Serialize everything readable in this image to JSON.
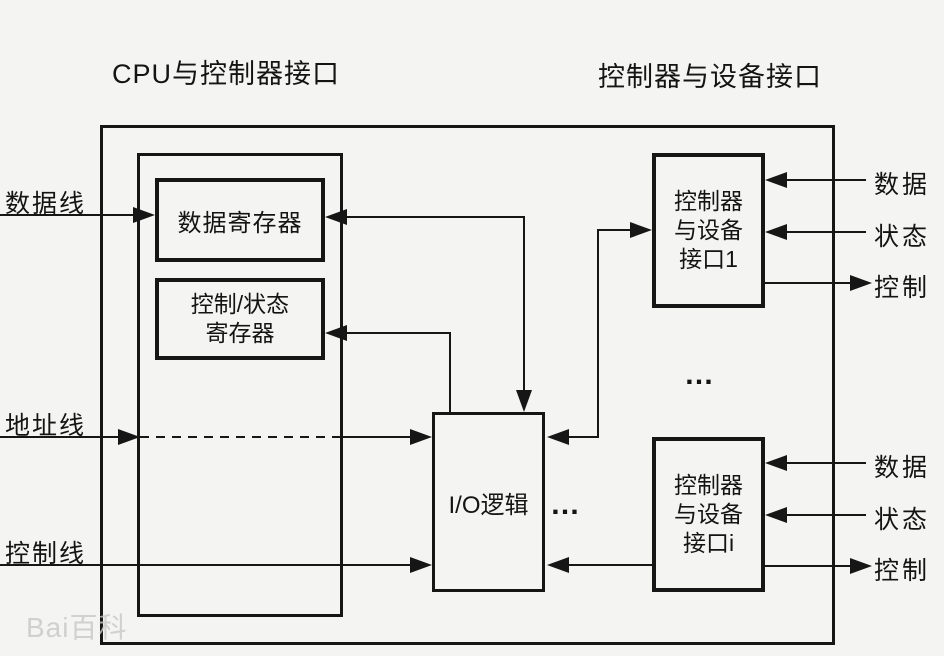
{
  "titles": {
    "left": "CPU与控制器接口",
    "right": "控制器与设备接口"
  },
  "bus_labels": {
    "data": "数据线",
    "address": "地址线",
    "control": "控制线"
  },
  "blocks": {
    "data_register": "数据寄存器",
    "control_status_register": "控制/状态\n寄存器",
    "io_logic": "I/O逻辑",
    "device_interface_1": "控制器\n与设备\n接口1",
    "device_interface_i": "控制器\n与设备\n接口i"
  },
  "device_lines": {
    "top": {
      "data": "数据",
      "status": "状态",
      "control": "控制"
    },
    "bottom": {
      "data": "数据",
      "status": "状态",
      "control": "控制"
    }
  },
  "ellipsis": {
    "io_right": "…",
    "between_interfaces": "…"
  },
  "watermark": {
    "text": "Bai百科"
  },
  "colors": {
    "ink": "#161616",
    "background": "#f4f4f2",
    "watermark": "#c8c8c8"
  }
}
